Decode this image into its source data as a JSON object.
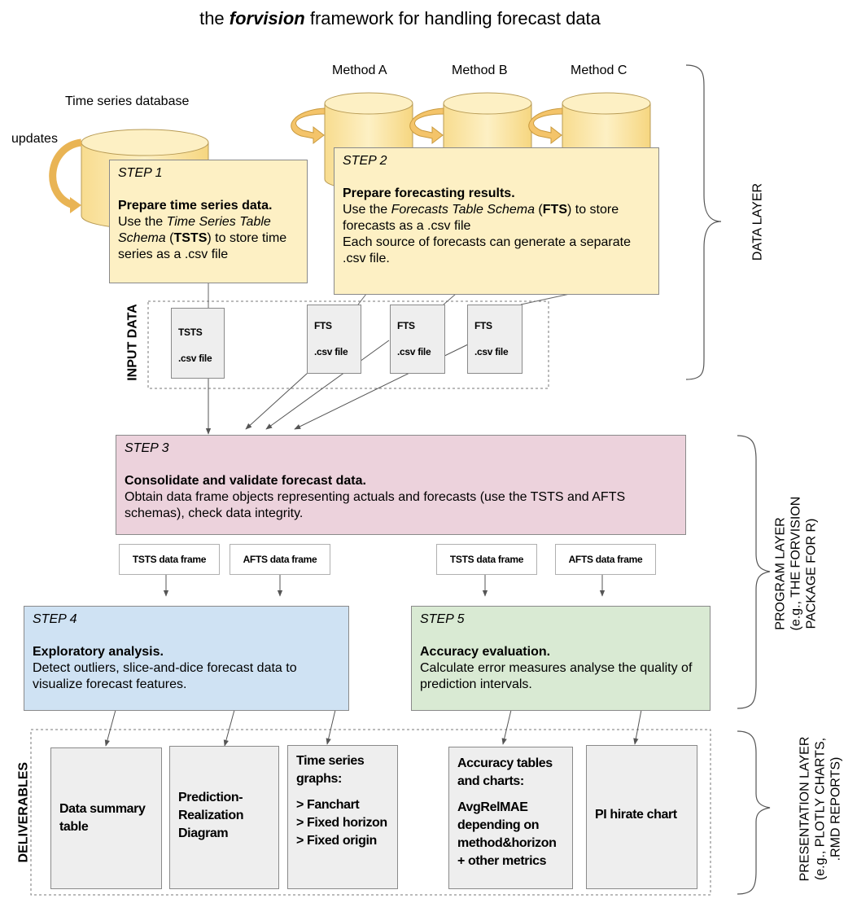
{
  "title": {
    "prefix": "the",
    "name": "forvision",
    "suffix": "framework for handling forecast data"
  },
  "data_layer": {
    "db_label": "Time series database",
    "updates_label": "updates",
    "methods": [
      "Method A",
      "Method B",
      "Method C"
    ],
    "input_label": "INPUT DATA"
  },
  "steps": {
    "step1": {
      "name": "STEP 1",
      "heading": "Prepare time series data.",
      "text_a": "Use the ",
      "text_italic": "Time Series Table Schema",
      "text_b": " (",
      "text_bold": "TSTS",
      "text_c": ") to store time series as a .csv file"
    },
    "step2": {
      "name": "STEP 2",
      "heading": "Prepare forecasting results.",
      "text_a": "Use the ",
      "text_italic": "Forecasts Table Schema",
      "text_b": " (",
      "text_bold": "FTS",
      "text_c": ")  to store forecasts as a .csv file",
      "text_d": "Each source of forecasts can generate a separate .csv file."
    },
    "step3": {
      "name": "STEP 3",
      "heading": "Consolidate and validate forecast data.",
      "text": "Obtain data frame objects representing actuals and forecasts (use the TSTS and AFTS schemas), check data integrity."
    },
    "step4": {
      "name": "STEP 4",
      "heading": "Exploratory analysis.",
      "text": "Detect outliers, slice-and-dice forecast data to visualize  forecast features."
    },
    "step5": {
      "name": "STEP 5",
      "heading": "Accuracy evaluation.",
      "text": "Calculate error measures analyse the quality of prediction intervals."
    }
  },
  "files": {
    "tsts": {
      "line1": "TSTS",
      "line2": ".csv file"
    },
    "fts": [
      {
        "line1": "FTS",
        "line2": ".csv file"
      },
      {
        "line1": "FTS",
        "line2": ".csv file"
      },
      {
        "line1": "FTS",
        "line2": ".csv file"
      }
    ]
  },
  "frames": [
    "TSTS data frame",
    "AFTS data frame",
    "TSTS data frame",
    "AFTS data frame"
  ],
  "deliverables": {
    "label": "DELIVERABLES",
    "items": {
      "summary": [
        "Data summary",
        "table"
      ],
      "prd": [
        "Prediction-",
        "Realization",
        "Diagram"
      ],
      "ts": [
        "Time series",
        "graphs:",
        "",
        "> Fanchart",
        "> Fixed horizon",
        "> Fixed origin"
      ],
      "acc": [
        "Accuracy tables",
        "and charts:",
        "",
        "AvgRelMAE",
        "depending on",
        "method&horizon",
        "+ other metrics"
      ],
      "pi": [
        "PI hirate chart"
      ]
    }
  },
  "layers": {
    "data": "DATA LAYER",
    "program": [
      "PROGRAM LAYER",
      "(e.g., THE FORVISION",
      "PACKAGE FOR R)"
    ],
    "presentation": [
      "PRESENTATION LAYER",
      "(e.g., PLOTLY CHARTS,",
      ".RMD REPORTS)"
    ]
  },
  "colors": {
    "cylinder": "#f9e09a",
    "cylinder_top": "#fdf0c4",
    "curl_arrow": "#f4c46a",
    "step_yellow": "#fdf0c4",
    "step_pink": "#ecd2dc",
    "step_blue": "#cfe2f3",
    "step_green": "#d9ead3",
    "file_gray": "#eeeeee"
  }
}
